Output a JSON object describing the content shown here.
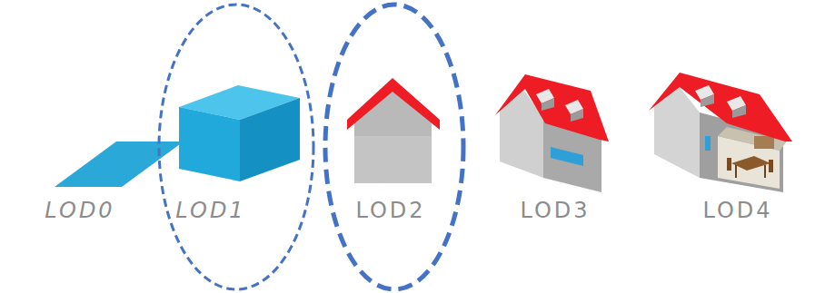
{
  "diagram": {
    "labels": [
      "LOD0",
      "LOD1",
      "LOD2",
      "LOD3",
      "LOD4"
    ]
  }
}
